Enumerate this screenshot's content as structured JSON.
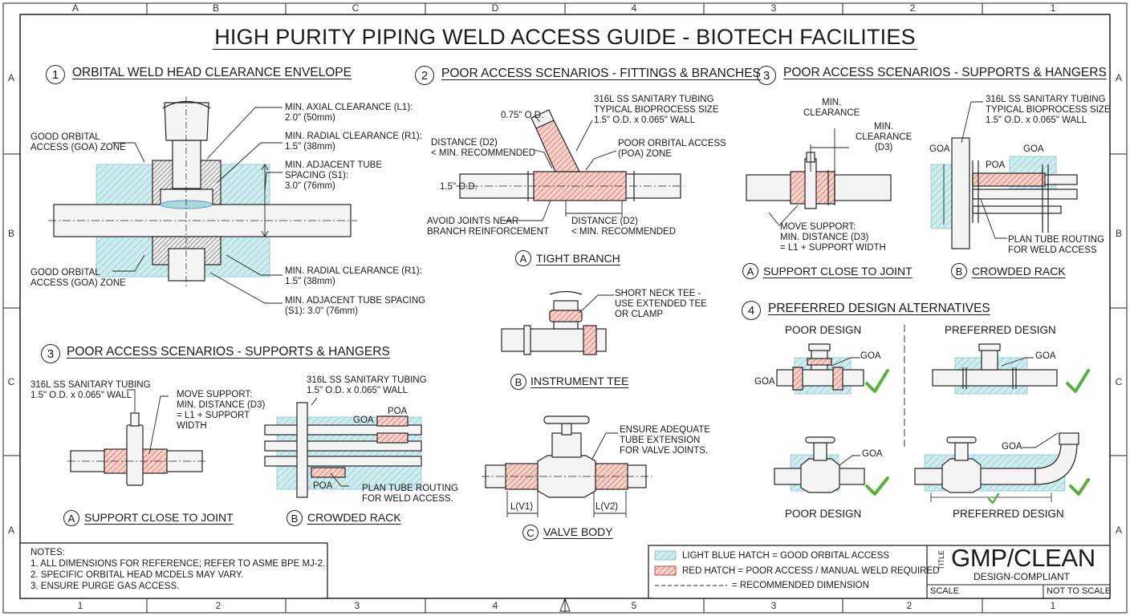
{
  "title": "HIGH PURITY PIPING WELD ACCESS GUIDE - BIOTECH FACILITIES",
  "border": {
    "top_cols": [
      "A",
      "B",
      "C",
      "D",
      "4",
      "3",
      "2",
      "1"
    ],
    "bottom_cols": [
      "1",
      "2",
      "3",
      "4",
      "5",
      "3",
      "2",
      "1"
    ],
    "rows": [
      "A",
      "B",
      "C",
      "A"
    ]
  },
  "colors": {
    "good_hatch": "#a9d9dd",
    "poor_hatch": "#e36a5c",
    "line": "#1a1a1a",
    "pipe_fill": "#f4f4f4"
  },
  "section1": {
    "number": "1",
    "heading": "ORBITAL WELD HEAD CLEARANCE ENVELOPE",
    "goa_top": "GOOD ORBITAL\nACCESS (GOA) ZONE",
    "goa_bottom": "GOOD ORBITAL\nACCESS (GOA) ZONE",
    "axial": "MIN. AXIAL CLEARANCE (L1):\n2.0\" (50mm)",
    "radial_top": "MIN. RADIAL CLEARANCE (R1):\n1.5\" (38mm)",
    "spacing_top": "MIN. ADJACENT TUBE\nSPACING (S1):\n3.0\" (76mm)",
    "radial_bottom": "MIN. RADIAL CLEARANCE (R1):\n1.5\" (38mm)",
    "spacing_bottom": "MIN. ADJACENT TUBE SPACING\n(S1): 3.0\" (76mm)"
  },
  "section2": {
    "number": "2",
    "heading": "POOR ACCESS SCENARIOS - FITTINGS & BRANCHES",
    "od_small": "0.75\" O.D.",
    "tubing": "316L SS SANITARY TUBING\nTYPICAL BIOPROCESS SIZE\n1.5\" O.D. x 0.065\" WALL",
    "distance_left": "DISTANCE (D2)\n< MIN. RECOMMENDED",
    "poa_zone": "POOR ORBITAL ACCESS\n(POA) ZONE",
    "od_large": "1.5\" O.D.",
    "avoid": "AVOID JOINTS NEAR\nBRANCH REINFORCEMENT",
    "distance_right": "DISTANCE (D2)\n< MIN. RECOMMENDED",
    "cap_a_letter": "A",
    "cap_a": "TIGHT BRANCH",
    "short_neck": "SHORT NECK TEE -\nUSE EXTENDED TEE\nOR CLAMP",
    "cap_b_letter": "B",
    "cap_b": "INSTRUMENT TEE",
    "valve_note": "ENSURE ADEQUATE\nTUBE EXTENSION\nFOR VALVE JOINTS.",
    "lv1": "L(V1)",
    "lv2": "L(V2)",
    "cap_c_letter": "C",
    "cap_c": "VALVE BODY"
  },
  "section3_right": {
    "number": "3",
    "heading": "POOR ACCESS SCENARIOS - SUPPORTS & HANGERS",
    "min_clear": "MIN.\nCLEARANCE",
    "min_clear_d3": "MIN.\nCLEARANCE\n(D3)",
    "move_support": "MOVE SUPPORT:\nMIN. DISTANCE (D3)\n= L1 + SUPPORT WIDTH",
    "cap_a_letter": "A",
    "cap_a": "SUPPORT CLOSE TO JOINT",
    "tubing": "316L SS SANITARY TUBING\nTYPICAL BIOPROCESS SIZE\n1.5\" O.D. x 0.065\" WALL",
    "goa_left": "GOA",
    "goa_right": "GOA",
    "poa": "POA",
    "plan": "PLAN TUBE ROUTING\nFOR WELD ACCESS",
    "cap_b_letter": "B",
    "cap_b": "CROWDED RACK"
  },
  "section3_left": {
    "number": "3",
    "heading": "POOR ACCESS SCENARIOS - SUPPORTS & HANGERS",
    "tubing": "316L SS SANITARY TUBING\n1.5\" O.D. x 0.065\" WALL",
    "move_support": "MOVE SUPPORT:\nMIN. DISTANCE (D3)\n= L1 + SUPPORT\nWIDTH",
    "cap_a_letter": "A",
    "cap_a": "SUPPORT CLOSE TO JOINT",
    "rack_tubing": "316L SS SANITARY TUBING\n1.5\" O.D. x 0.065\" WALL",
    "goa": "GOA",
    "poa_top": "POA",
    "poa_bottom": "POA",
    "plan": "PLAN TUBE ROUTING\nFOR WELD ACCESS.",
    "cap_b_letter": "B",
    "cap_b": "CROWDED RACK"
  },
  "section4": {
    "number": "4",
    "heading": "PREFERRED DESIGN ALTERNATIVES",
    "poor_design_top": "POOR DESIGN",
    "preferred_design_top": "PREFERRED DESIGN",
    "goa_1": "GOA",
    "goa_2": "GOA",
    "goa_3": "GOA",
    "goa_4": "GOA",
    "goa_5": "GOA",
    "poor_design_bottom": "POOR DESIGN",
    "preferred_design_bottom": "PREFERRED DESIGN"
  },
  "notes": {
    "heading": "NOTES:",
    "lines": [
      "1. ALL DIMENSIONS FOR REFERENCE; REFER TO ASME BPE MJ-2.",
      "2. SPECIFIC ORBITAL HEAD MCDELS MAY VARY.",
      "3. ENSURE PURGE GAS ACCESS."
    ]
  },
  "legend": {
    "good": "LIGHT BLUE HATCH = GOOD ORBITAL ACCESS",
    "poor": "RED HATCH = POOR ACCESS / MANUAL WELD REQUIRED",
    "dim": "= RECOMMENDED DIMENSION"
  },
  "title_block": {
    "title_label": "TITLE",
    "title": "GMP/CLEAN",
    "subtitle": "DESIGN-COMPLIANT",
    "scale_label": "SCALE",
    "scale_value": "NOT TO SCALE"
  }
}
